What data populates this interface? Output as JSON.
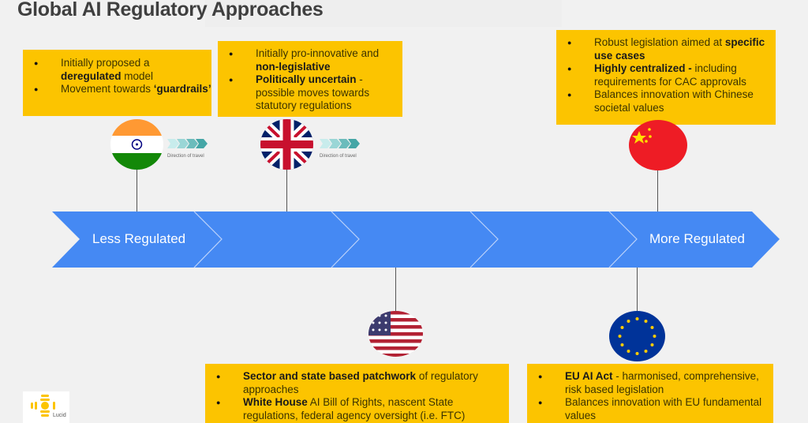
{
  "title": "Global AI Regulatory Approaches",
  "timeline": {
    "left_label": "Less Regulated",
    "right_label": "More Regulated",
    "color": "#4589f3"
  },
  "countries": [
    {
      "id": "india",
      "flag": "india-flag",
      "position": "top",
      "direction_label": "Direction of travel",
      "bullets": [
        {
          "parts": [
            {
              "t": "Initially proposed a ",
              "b": false
            },
            {
              "t": "deregulated",
              "b": true
            },
            {
              "t": " model",
              "b": false
            }
          ]
        },
        {
          "parts": [
            {
              "t": "Movement towards ",
              "b": false
            },
            {
              "t": "‘guardrails’",
              "b": true
            }
          ]
        }
      ]
    },
    {
      "id": "uk",
      "flag": "uk-flag",
      "position": "top",
      "direction_label": "Direction of travel",
      "bullets": [
        {
          "parts": [
            {
              "t": "Initially pro-innovative and ",
              "b": false
            },
            {
              "t": "non-legislative",
              "b": true
            }
          ]
        },
        {
          "parts": [
            {
              "t": "Politically uncertain",
              "b": true
            },
            {
              "t": " - possible moves towards statutory regulations",
              "b": false
            }
          ]
        }
      ]
    },
    {
      "id": "us",
      "flag": "us-flag",
      "position": "bottom",
      "bullets": [
        {
          "parts": [
            {
              "t": "Sector and state based patchwork",
              "b": true
            },
            {
              "t": " of regulatory approaches",
              "b": false
            }
          ]
        },
        {
          "parts": [
            {
              "t": "White House",
              "b": true
            },
            {
              "t": " AI Bill of Rights, nascent State regulations, federal agency oversight (i.e. FTC)",
              "b": false
            }
          ]
        }
      ]
    },
    {
      "id": "eu",
      "flag": "eu-flag",
      "position": "bottom",
      "bullets": [
        {
          "parts": [
            {
              "t": "EU AI Act",
              "b": true
            },
            {
              "t": " - harmonised, comprehensive, risk based legislation",
              "b": false
            }
          ]
        },
        {
          "parts": [
            {
              "t": "Balances innovation with EU fundamental values",
              "b": false
            }
          ]
        }
      ]
    },
    {
      "id": "china",
      "flag": "china-flag",
      "position": "top",
      "bullets": [
        {
          "parts": [
            {
              "t": "Robust legislation aimed at ",
              "b": false
            },
            {
              "t": "specific use cases",
              "b": true
            }
          ]
        },
        {
          "parts": [
            {
              "t": "Highly centralized - ",
              "b": true
            },
            {
              "t": "including requirements for CAC approvals",
              "b": false
            }
          ]
        },
        {
          "parts": [
            {
              "t": "Balances innovation with Chinese societal values",
              "b": false
            }
          ]
        }
      ]
    }
  ],
  "logo": {
    "text": "Lucid",
    "color": "#fcc400"
  },
  "colors": {
    "callout": "#fcc400",
    "background": "#f1f1f1",
    "arrow": "#4589f3"
  }
}
